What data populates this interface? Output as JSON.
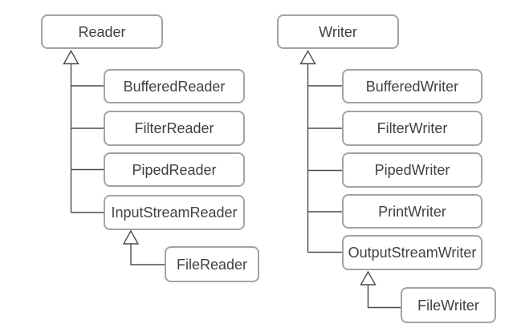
{
  "diagram": {
    "type": "class-hierarchy",
    "relation": "inheritance",
    "arrow_style": "hollow-triangle-up",
    "trees": [
      {
        "root": {
          "label": "Reader"
        },
        "children": [
          {
            "label": "BufferedReader"
          },
          {
            "label": "FilterReader"
          },
          {
            "label": "PipedReader"
          },
          {
            "label": "InputStreamReader",
            "children": [
              {
                "label": "FileReader"
              }
            ]
          }
        ]
      },
      {
        "root": {
          "label": "Writer"
        },
        "children": [
          {
            "label": "BufferedWriter"
          },
          {
            "label": "FilterWriter"
          },
          {
            "label": "PipedWriter"
          },
          {
            "label": "PrintWriter"
          },
          {
            "label": "OutputStreamWriter",
            "children": [
              {
                "label": "FileWriter"
              }
            ]
          }
        ]
      }
    ],
    "colors": {
      "background": "#ffffff",
      "box_fill": "#ffffff",
      "box_border": "#a3a3a3",
      "text": "#414141",
      "connector": "#4a4a4a"
    }
  }
}
